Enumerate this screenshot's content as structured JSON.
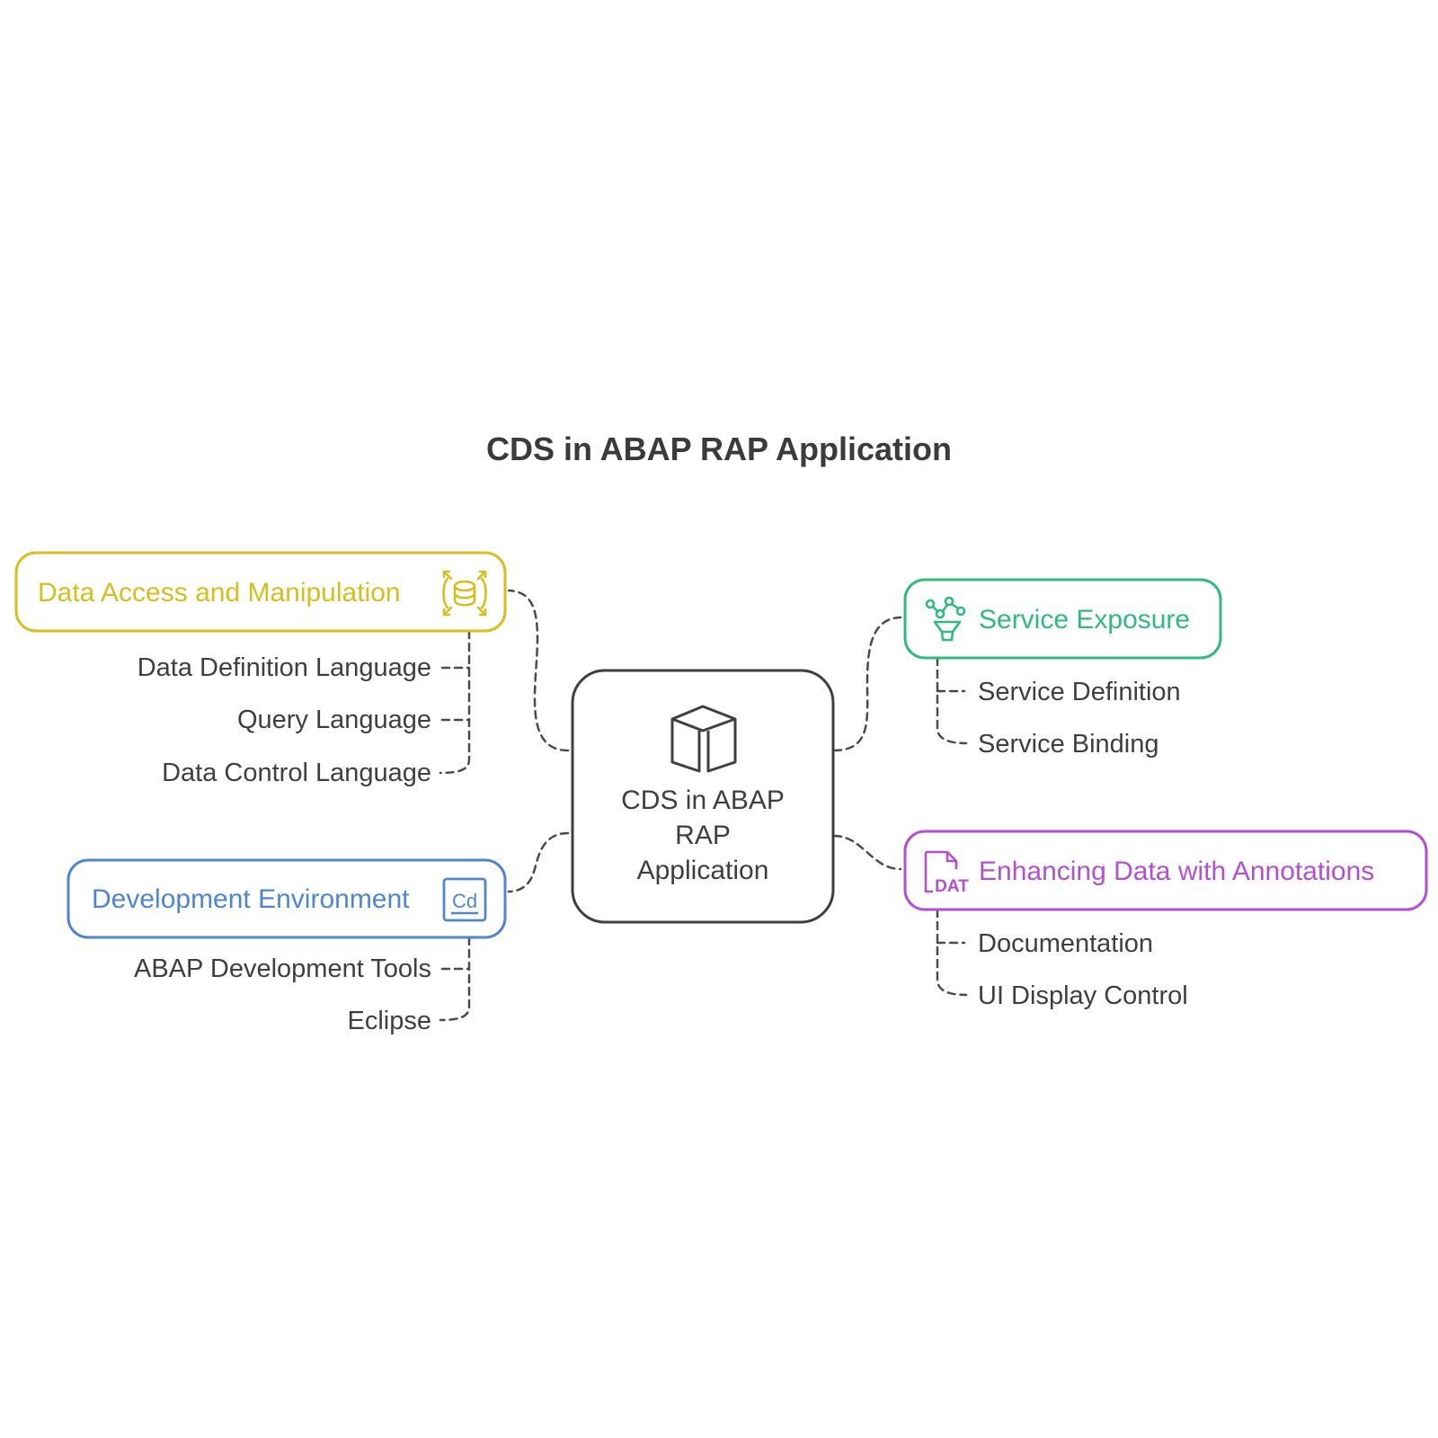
{
  "title": "CDS in ABAP RAP Application",
  "center": {
    "line1": "CDS in ABAP",
    "line2": "RAP",
    "line3": "Application",
    "icon": "cube-icon"
  },
  "branches": {
    "data_access": {
      "label": "Data Access and Manipulation",
      "color": "#d4bf1e",
      "icon": "database-expand-icon",
      "children": [
        "Data Definition Language",
        "Query Language",
        "Data Control Language"
      ]
    },
    "dev_env": {
      "label": "Development Environment",
      "color": "#4f86cf",
      "icon": "code-document-icon",
      "icon_text": "Cd",
      "children": [
        "ABAP Development Tools",
        "Eclipse"
      ]
    },
    "service_exposure": {
      "label": "Service Exposure",
      "color": "#2fba7f",
      "icon": "funnel-network-icon",
      "children": [
        "Service Definition",
        "Service Binding"
      ]
    },
    "annotations": {
      "label": "Enhancing Data with Annotations",
      "color": "#b24fd3",
      "icon": "dat-file-icon",
      "icon_text": "DAT",
      "children": [
        "Documentation",
        "UI Display Control"
      ]
    }
  }
}
